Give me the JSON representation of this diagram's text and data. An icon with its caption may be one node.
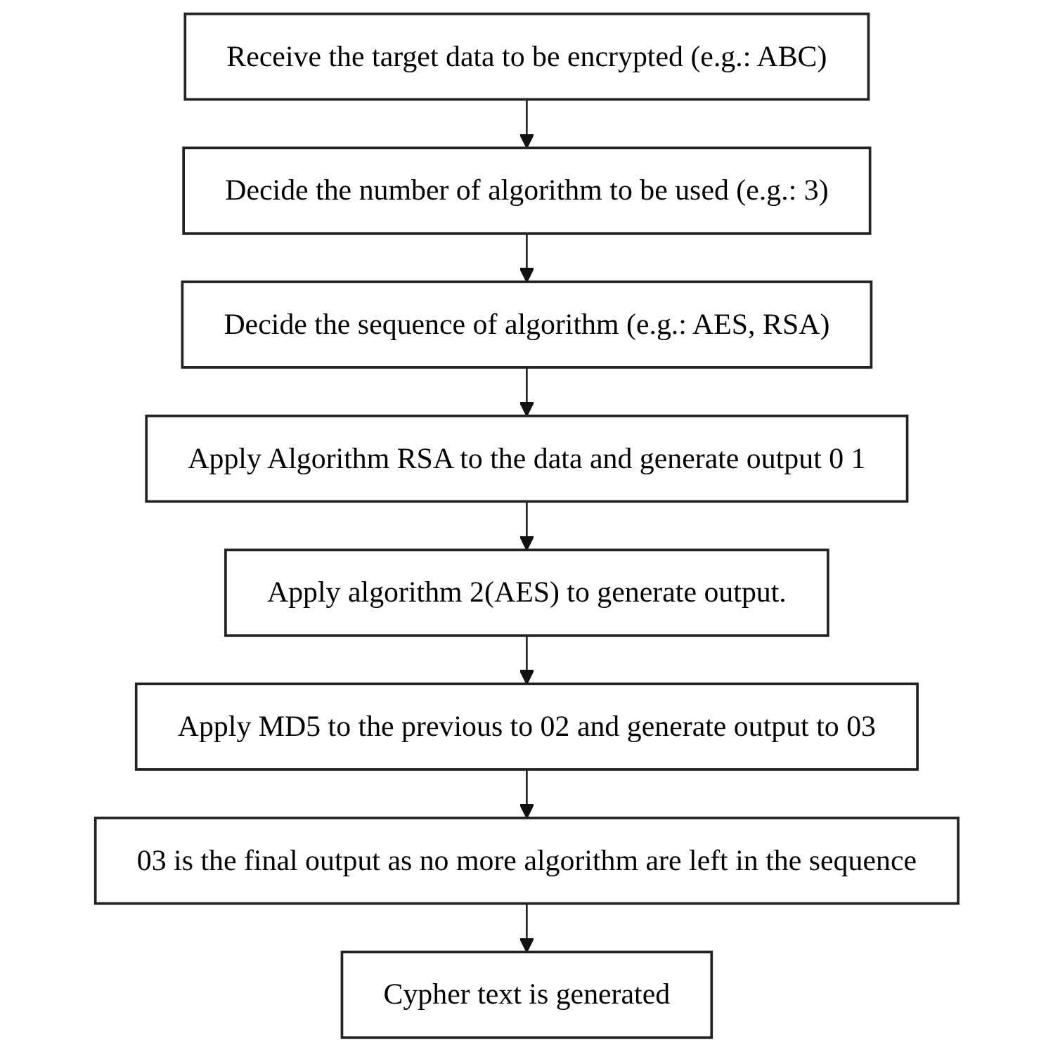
{
  "diagram": {
    "nodes": [
      {
        "text": [
          "Receive the target data to be encrypted (e.g.: ABC)"
        ]
      },
      {
        "text": [
          "Decide the number of algorithm to be used (e.g.: 3)"
        ]
      },
      {
        "text": [
          "Decide the sequence of algorithm (e.g.: AES, RSA)"
        ]
      },
      {
        "text": [
          "Apply Algorithm RSA to the data and generate output 0 1"
        ]
      },
      {
        "text": [
          "Apply algorithm 2(AES) to generate output."
        ]
      },
      {
        "text": [
          "Apply MD5 to the previous to 02 and generate output to 03"
        ]
      },
      {
        "text": [
          "03 is the final output as no more algorithm are left in the sequence"
        ]
      },
      {
        "text": [
          "Cypher text is generated"
        ]
      }
    ],
    "edges": [
      {
        "from": 0,
        "to": 1,
        "arrow": "to"
      },
      {
        "from": 1,
        "to": 2,
        "arrow": "to"
      },
      {
        "from": 2,
        "to": 3,
        "arrow": "to"
      },
      {
        "from": 3,
        "to": 4,
        "arrow": "to"
      },
      {
        "from": 4,
        "to": 5,
        "arrow": "to"
      },
      {
        "from": 5,
        "to": 6,
        "arrow": "to"
      },
      {
        "from": 6,
        "to": 7,
        "arrow": "to"
      }
    ]
  }
}
